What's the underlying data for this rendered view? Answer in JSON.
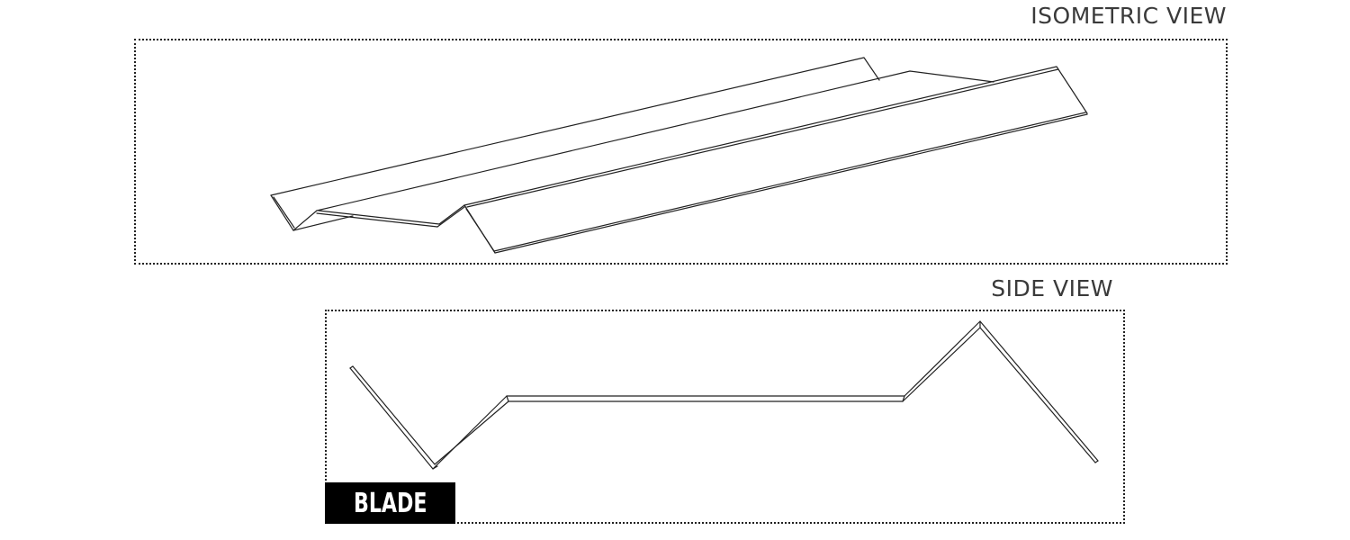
{
  "iso_view": {
    "title": "ISOMETRIC VIEW"
  },
  "side_view": {
    "title": "SIDE VIEW"
  },
  "badge": {
    "label": "BLADE"
  },
  "colors": {
    "line": "#222222",
    "frame": "#222222",
    "badge_bg": "#000000",
    "badge_text": "#ffffff",
    "title_text": "#3a3a3a"
  }
}
